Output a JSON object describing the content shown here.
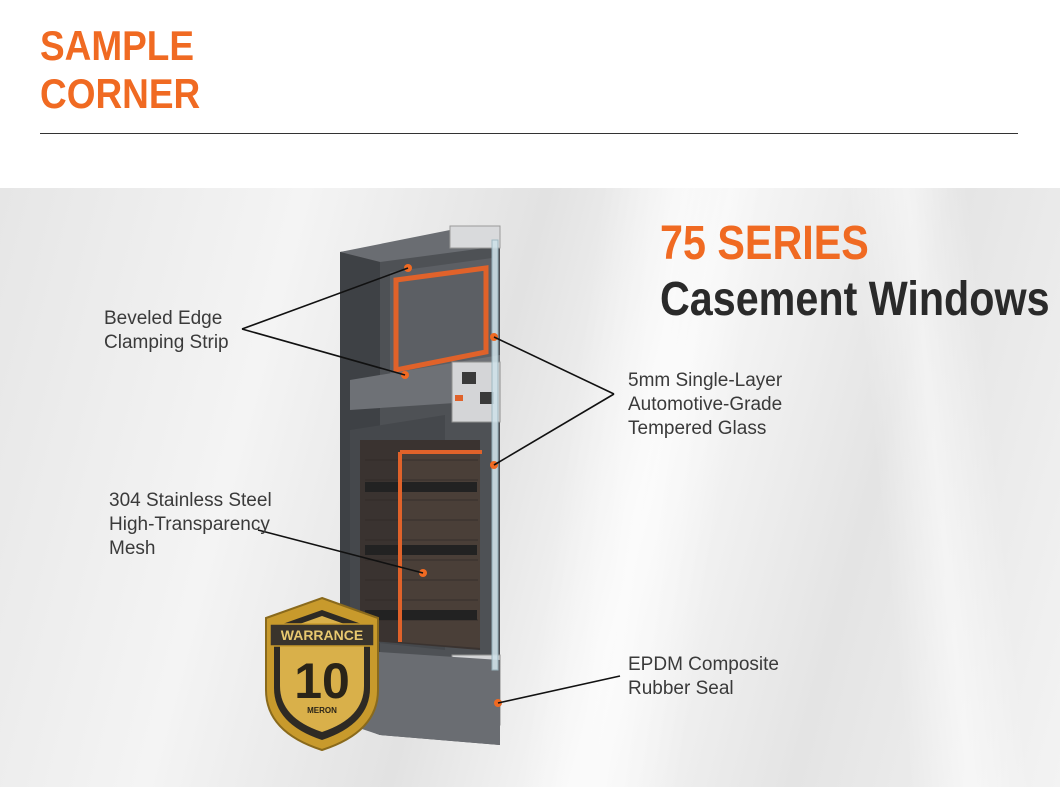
{
  "header": {
    "title_line1": "SAMPLE",
    "title_line2": "CORNER"
  },
  "headline": {
    "series": "75 SERIES",
    "product": "Casement Windows"
  },
  "callouts": {
    "beveled_edge": "Beveled Edge\nClamping Strip",
    "glass": "5mm Single-Layer\nAutomotive-Grade\nTempered Glass",
    "mesh": "304 Stainless Steel\nHigh-Transparency\nMesh",
    "seal": "EPDM Composite\nRubber Seal"
  },
  "badge": {
    "banner_text": "WARRANCE",
    "number": "10",
    "brand": "MERON"
  },
  "colors": {
    "accent": "#f06a22",
    "frame": "#5b5e62",
    "gold": "#c89a2c",
    "text_dark": "#2a2a2a"
  }
}
